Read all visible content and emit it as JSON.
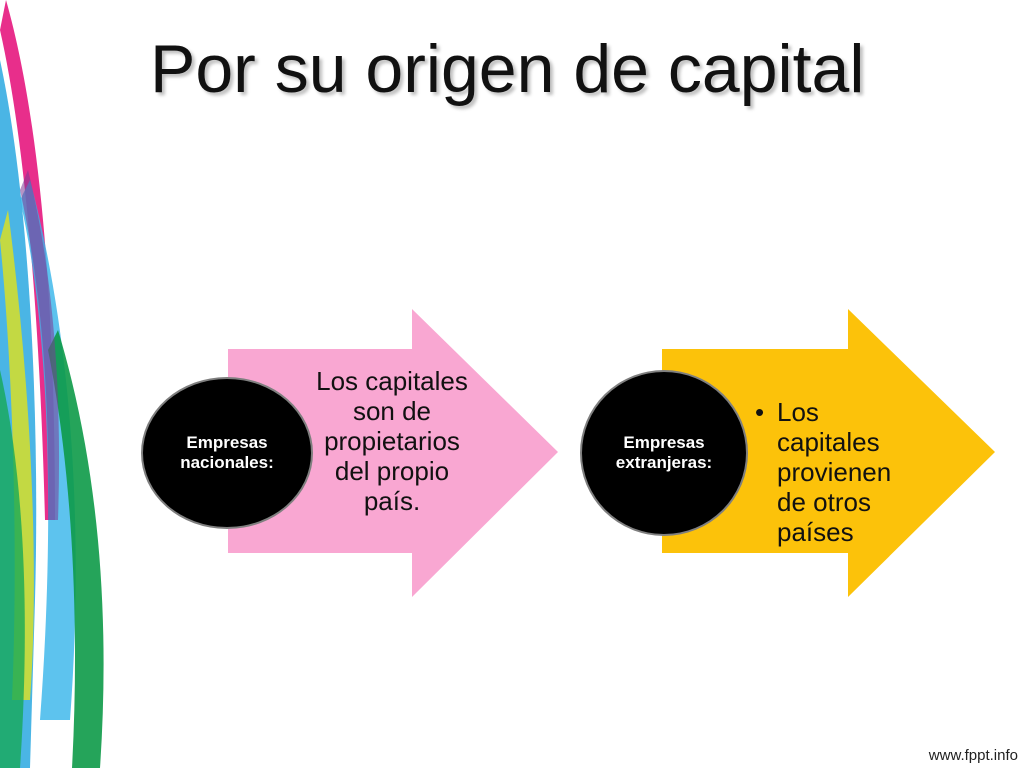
{
  "slide": {
    "title": "Por su origen de capital",
    "footer": "www.fppt.info"
  },
  "colors": {
    "arrow_national": "#f9a7d2",
    "arrow_foreign": "#fcc20a",
    "circle_fill": "#000000",
    "circle_border": "#7f7f7f",
    "decor_magenta": "#e5177e",
    "decor_blue": "#2aa8e0",
    "decor_green": "#0d9a48",
    "decor_yellow": "#d8df27"
  },
  "diagram": {
    "items": [
      {
        "label": "Empresas nacionales:",
        "text": "Los capitales son de propietarios del propio país.",
        "style": "plain"
      },
      {
        "label": "Empresas extranjeras:",
        "text": "Los capitales provienen de otros países",
        "bullet": "•",
        "style": "bullet"
      }
    ]
  }
}
